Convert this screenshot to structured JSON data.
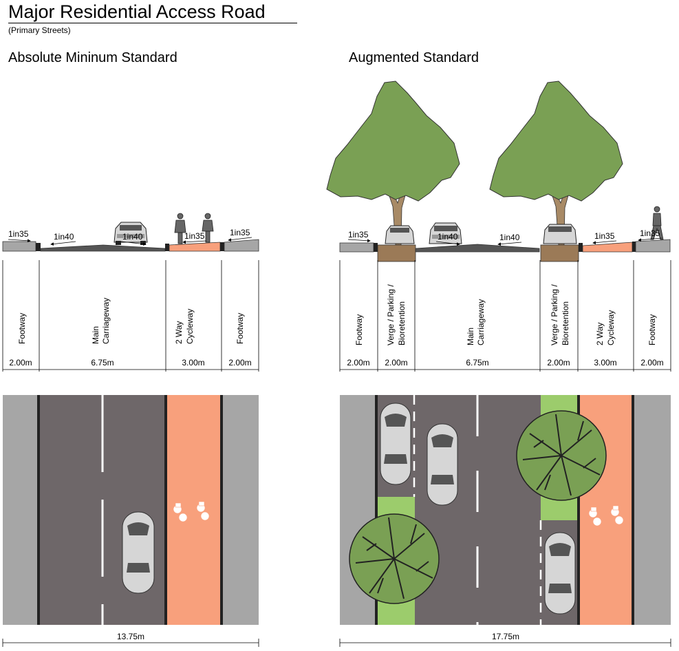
{
  "title": "Major Residential Access Road",
  "subtitle": "(Primary Streets)",
  "left": {
    "heading": "Absolute Mininum Standard",
    "slopes": [
      "1in35",
      "1in40",
      "1in40",
      "1in35",
      "1in35"
    ],
    "zones": [
      {
        "label1": "Footway",
        "label2": "",
        "width": "2.00m"
      },
      {
        "label1": "Main",
        "label2": "Carriageway",
        "width": "6.75m"
      },
      {
        "label1": "2 Way",
        "label2": "Cycleway",
        "width": "3.00m"
      },
      {
        "label1": "Footway",
        "label2": "",
        "width": "2.00m"
      }
    ],
    "total": "13.75m"
  },
  "right": {
    "heading": "Augmented Standard",
    "slopes": [
      "1in35",
      "1in40",
      "1in40",
      "1in35",
      "1in35"
    ],
    "zones": [
      {
        "label1": "Footway",
        "label2": "",
        "label3": "",
        "width": "2.00m"
      },
      {
        "label1": "Verge / Parking /",
        "label2": "Bioretention",
        "label3": "",
        "width": "2.00m"
      },
      {
        "label1": "Main",
        "label2": "Carriageway",
        "label3": "",
        "width": "6.75m"
      },
      {
        "label1": "Verge / Parking /",
        "label2": "Bioretention",
        "label3": "",
        "width": "2.00m"
      },
      {
        "label1": "2 Way",
        "label2": "Cycleway",
        "label3": "",
        "width": "3.00m"
      },
      {
        "label1": "Footway",
        "label2": "",
        "label3": "",
        "width": "2.00m"
      }
    ],
    "total": "17.75m"
  },
  "colors": {
    "footway": "#a6a6a6",
    "carriageway": "#6e6769",
    "cycleway": "#f8a07c",
    "verge": "#9ccc6c",
    "tree": "#7aa054",
    "trunk": "#a88a66",
    "car": "#d6d6d6",
    "planter": "#9b7a57"
  }
}
